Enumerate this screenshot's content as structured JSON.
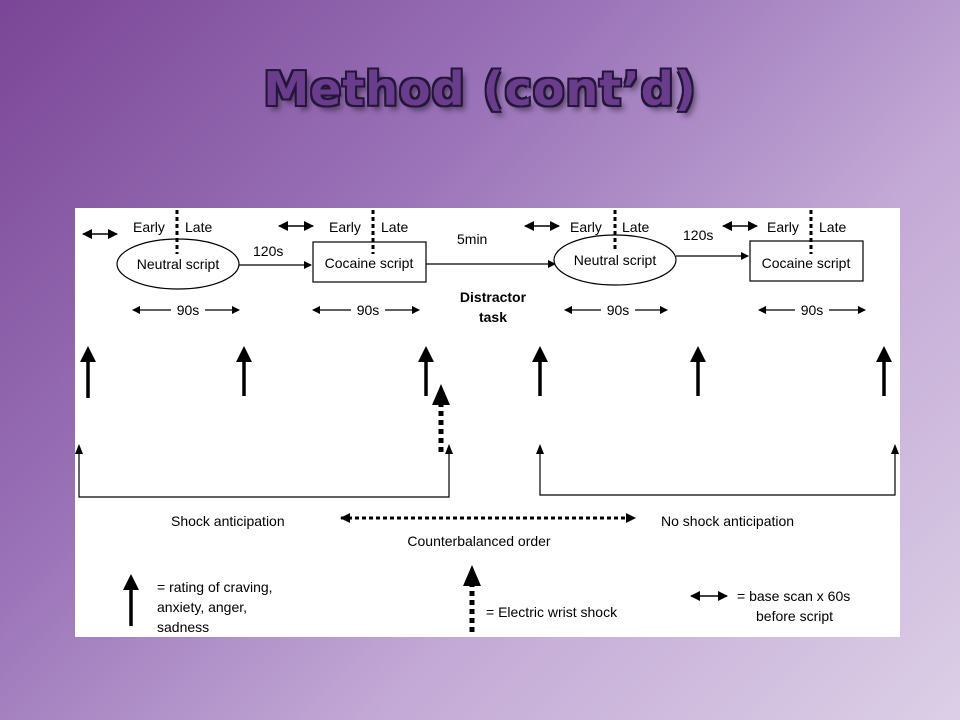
{
  "slide": {
    "title": "Method (cont’d)"
  },
  "diagram": {
    "early": "Early",
    "late": "Late",
    "durations": {
      "gap_120s": "120s",
      "gap_5min": "5min",
      "block_90s": "90s"
    },
    "blocks": [
      {
        "label": "Neutral script",
        "shape": "ellipse"
      },
      {
        "label": "Cocaine script",
        "shape": "box"
      },
      {
        "label": "Neutral script",
        "shape": "ellipse"
      },
      {
        "label": "Cocaine script",
        "shape": "box"
      }
    ],
    "distractor": {
      "line1": "Distractor",
      "line2": "task"
    },
    "conditions": {
      "left": "Shock anticipation",
      "right": "No shock anticipation",
      "middle": "Counterbalanced order"
    },
    "legend": {
      "rating": [
        "= rating of craving,",
        "anxiety, anger,",
        "sadness"
      ],
      "shock": "= Electric wrist shock",
      "baseline": [
        "= base  scan x 60s",
        "before script"
      ]
    }
  }
}
